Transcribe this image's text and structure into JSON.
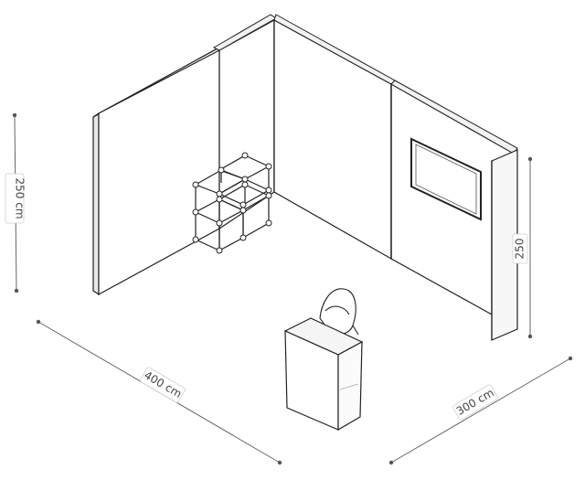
{
  "dimensions": {
    "width_label": "400 cm",
    "depth_label": "300 cm",
    "left_height_label": "250 cm",
    "right_height_label": "250"
  },
  "objects": [
    "back-wall-left",
    "back-wall-right",
    "side-wall-left",
    "side-wall-right",
    "cube-shelf",
    "wall-screen",
    "counter",
    "chair"
  ]
}
